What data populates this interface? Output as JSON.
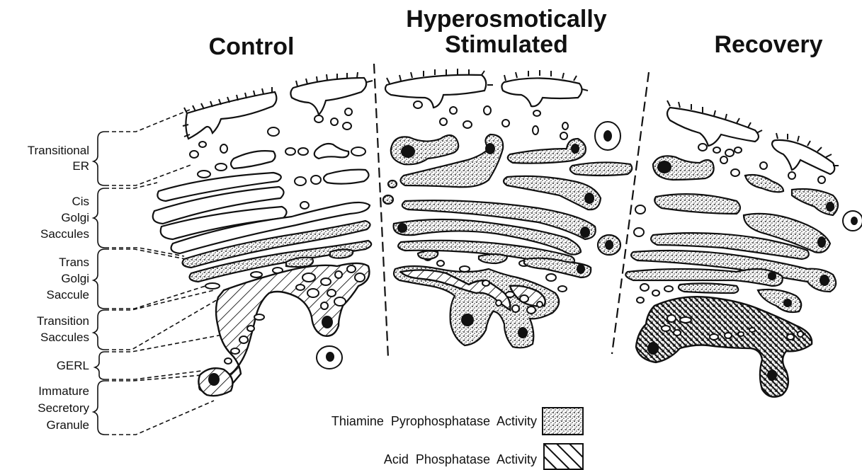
{
  "panels": {
    "control": "Control",
    "hyper_line1": "Hyperosmotically",
    "hyper_line2": "Stimulated",
    "recovery": "Recovery"
  },
  "labels": {
    "transitional_er": [
      "Transitional",
      "ER"
    ],
    "cis_golgi": [
      "Cis",
      "Golgi",
      "Saccules"
    ],
    "trans_golgi": [
      "Trans",
      "Golgi",
      "Saccule"
    ],
    "transition_saccules": [
      "Transition",
      "Saccules"
    ],
    "gerl": [
      "GERL"
    ],
    "immature_granule": [
      "Immature",
      "Secretory",
      "Granule"
    ]
  },
  "legend": {
    "tpp": "Thiamine  Pyrophosphatase  Activity",
    "acp": "Acid  Phosphatase  Activity"
  }
}
